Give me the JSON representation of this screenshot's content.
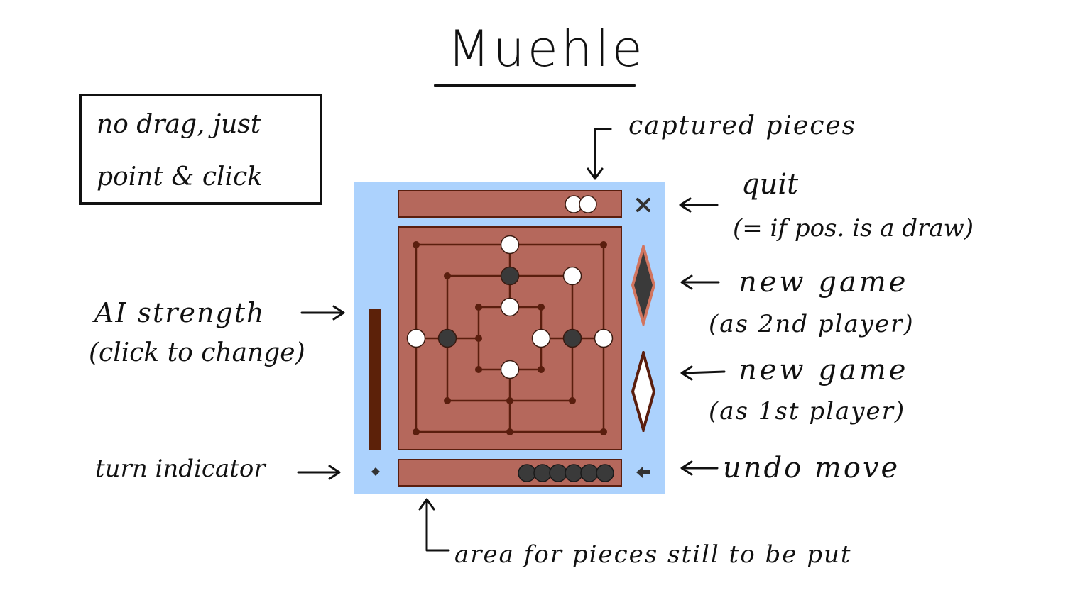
{
  "title": "Muehle",
  "note": {
    "line1": "no drag, just",
    "line2": "point & click"
  },
  "labels": {
    "captured_pieces": "captured pieces",
    "quit": "quit",
    "quit_sub": "(= if pos. is a draw)",
    "new_game_2nd": "new game",
    "new_game_2nd_sub": "(as 2nd player)",
    "new_game_1st": "new game",
    "new_game_1st_sub": "(as 1st player)",
    "undo_move": "undo move",
    "ai_strength": "AI strength",
    "ai_strength_sub": "(click to change)",
    "turn_indicator": "turn indicator",
    "area_pieces": "area for pieces still to be put"
  },
  "colors": {
    "panel": "#acd2fd",
    "wood": "#b5685c",
    "lines": "#5a1e0e",
    "white_piece": "#ffffff",
    "black_piece": "#3a3a3a"
  },
  "board": {
    "ring_sizes": [
      "outer",
      "middle",
      "inner"
    ],
    "pieces": [
      {
        "point": "outer-top-middle",
        "color": "white"
      },
      {
        "point": "middle-top-middle",
        "color": "black"
      },
      {
        "point": "middle-top-right",
        "color": "white"
      },
      {
        "point": "inner-top-middle",
        "color": "white"
      },
      {
        "point": "outer-middle-left",
        "color": "white"
      },
      {
        "point": "middle-middle-left",
        "color": "black"
      },
      {
        "point": "inner-middle-right",
        "color": "white"
      },
      {
        "point": "middle-middle-right",
        "color": "black"
      },
      {
        "point": "outer-middle-right",
        "color": "white"
      },
      {
        "point": "inner-bottom-middle",
        "color": "white"
      }
    ]
  },
  "captured": {
    "white_count": 2
  },
  "to_put": {
    "black_count": 6
  },
  "icons": {
    "quit": "x-icon",
    "undo": "arrow-left-icon",
    "new_game_2nd": "black-diamond-icon",
    "new_game_1st": "white-diamond-icon",
    "turn": "diamond-icon"
  }
}
